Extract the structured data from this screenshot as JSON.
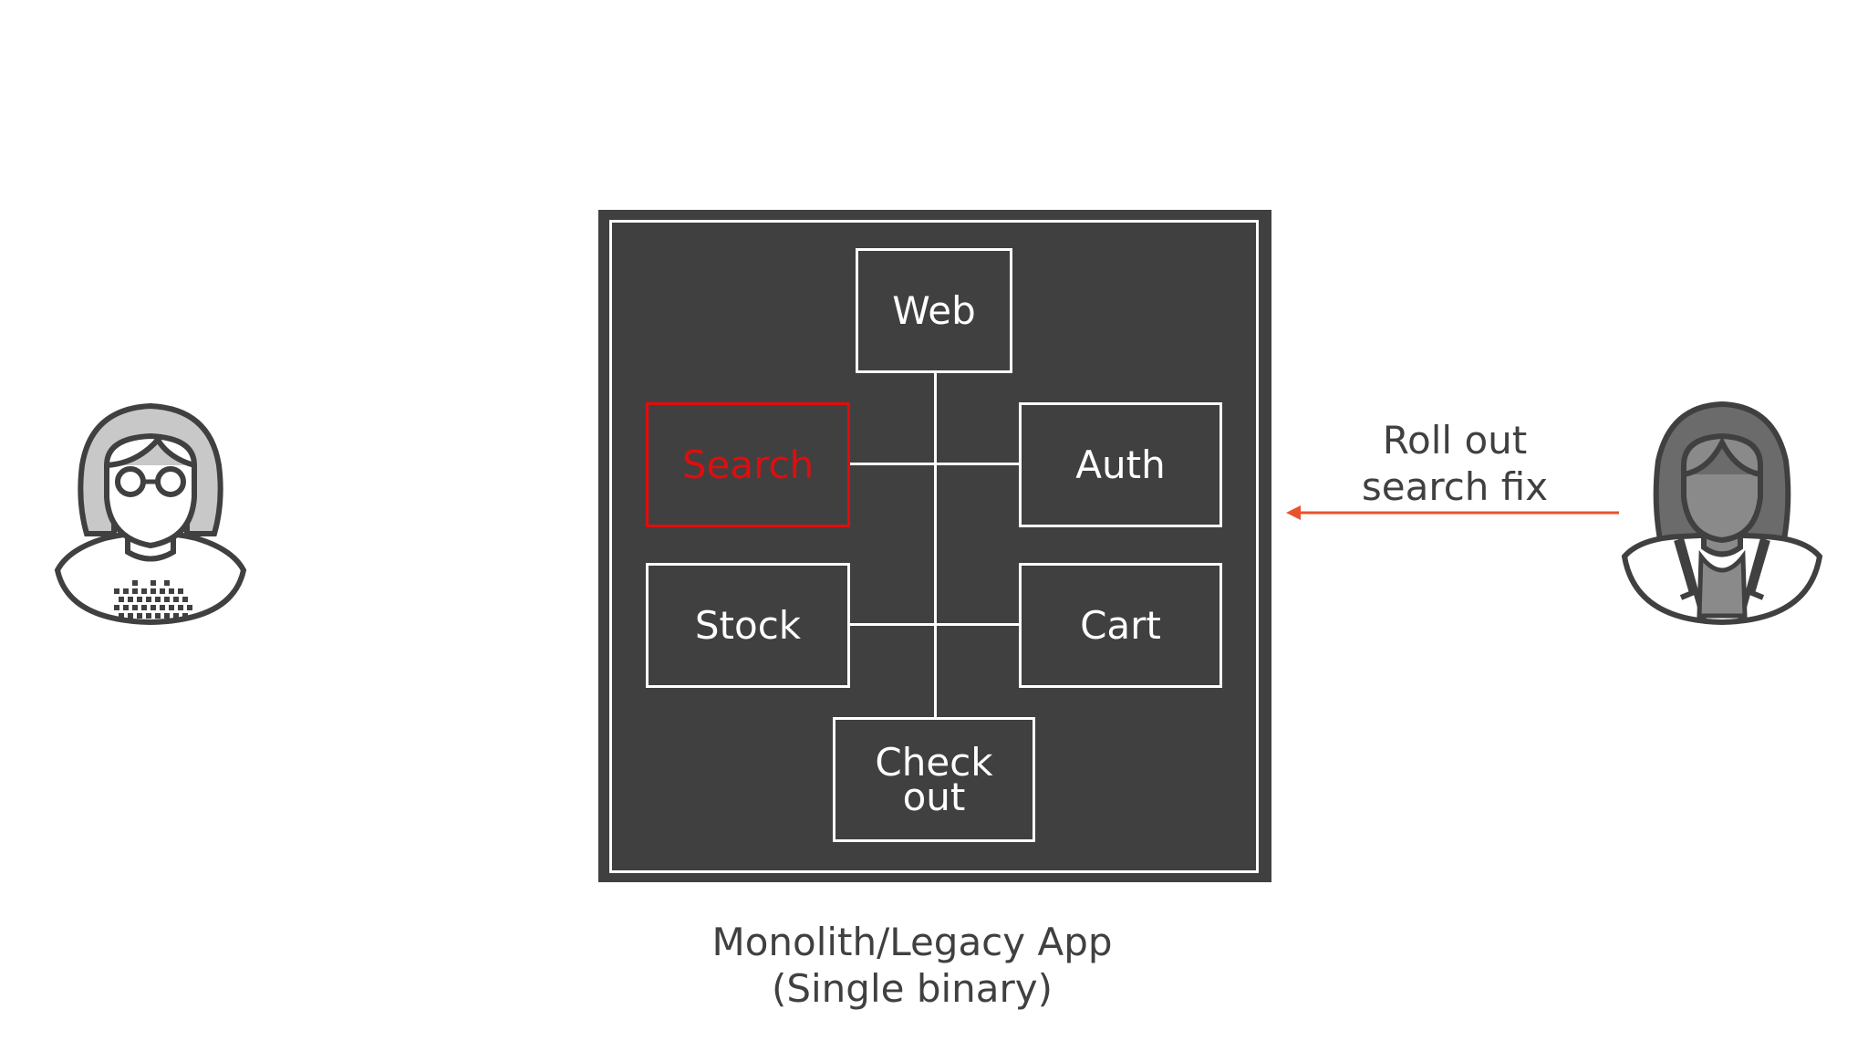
{
  "diagram": {
    "modules": {
      "web": "Web",
      "search": "Search",
      "auth": "Auth",
      "stock": "Stock",
      "cart": "Cart",
      "checkout_line1": "Check",
      "checkout_line2": "out"
    },
    "caption_line1": "Monolith/Legacy App",
    "caption_line2": "(Single binary)",
    "annotation_line1": "Roll out",
    "annotation_line2": "search fix"
  },
  "colors": {
    "monolith_background": "#404040",
    "highlight": "#e00d0d",
    "arrow": "#e8532e",
    "text": "#404040"
  },
  "icons": [
    "user-with-glasses-icon",
    "developer-woman-icon",
    "left-arrow-icon"
  ]
}
